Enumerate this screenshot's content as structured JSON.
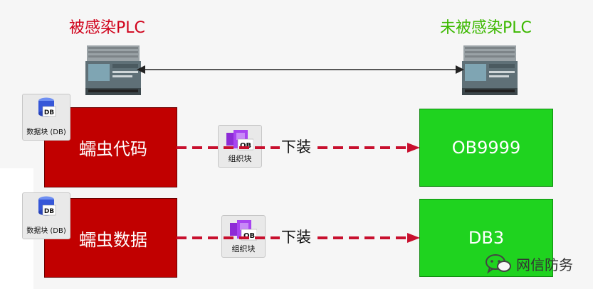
{
  "infected_plc": {
    "title": "被感染PLC",
    "color": "#d0021b"
  },
  "clean_plc": {
    "title": "未被感染PLC",
    "color": "#3cb800"
  },
  "rows": [
    {
      "source_label": "蠕虫代码",
      "target_label": "OB9999",
      "db_badge": {
        "glyph": "DB",
        "caption": "数据块 (DB)"
      },
      "org_badge": {
        "glyph": "OB",
        "caption": "组织块"
      },
      "transfer_label": "下装"
    },
    {
      "source_label": "蠕虫数据",
      "target_label": "DB3",
      "db_badge": {
        "glyph": "DB",
        "caption": "数据块 (DB)"
      },
      "org_badge": {
        "glyph": "OB",
        "caption": "组织块"
      },
      "transfer_label": "下装"
    }
  ],
  "watermark": {
    "text": "网信防务",
    "icon": "wechat-icon"
  },
  "colors": {
    "red_block": "#c10000",
    "green_block": "#1fd31f",
    "arrow": "#c8102e"
  }
}
